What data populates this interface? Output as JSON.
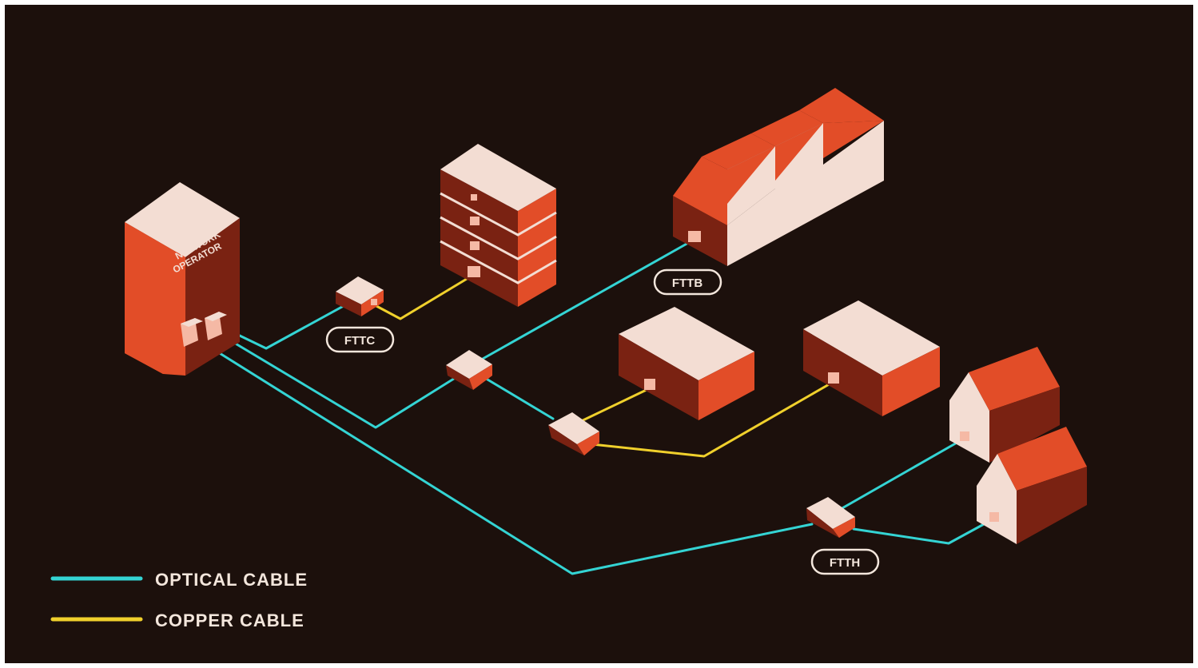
{
  "colors": {
    "background": "#1c100c",
    "optical": "#34d4d4",
    "copper": "#f0d02c",
    "front": "#e24d28",
    "side": "#7a2212",
    "top": "#f3ddd3",
    "node": "#f5b9a5"
  },
  "operator": {
    "line1": "NETWORK",
    "line2": "OPERATOR"
  },
  "badges": {
    "fttc": "FTTC",
    "fttb": "FTTB",
    "ftth": "FTTH"
  },
  "legend": {
    "optical": "OPTICAL CABLE",
    "copper": "COPPER CABLE"
  }
}
